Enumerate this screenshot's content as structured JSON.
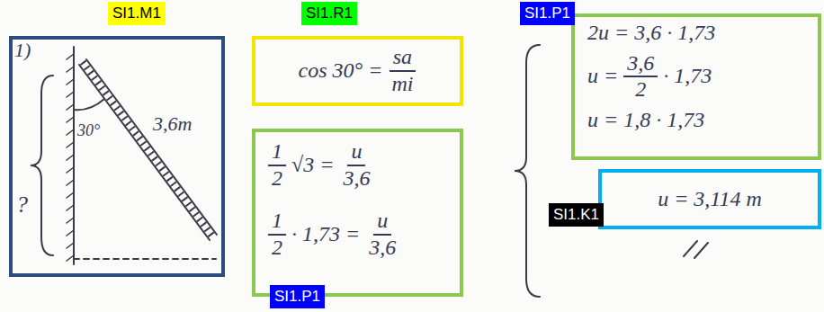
{
  "diagram": {
    "nodes": [
      {
        "text": [
          "SI1.M1",
          "1)",
          "30°",
          "3,6m",
          "?"
        ]
      },
      {
        "text": [
          "SI1.R1",
          "cos 30° =",
          "sa",
          "mi"
        ]
      },
      {
        "text": [
          "SI1.P1",
          "1",
          "2",
          "√3 =",
          "u",
          "3,6",
          "1",
          "2",
          "· 1,73 =",
          "u",
          "3,6"
        ]
      },
      {
        "text": [
          "SI1.P1",
          "2u = 3,6 · 1,73",
          "u =",
          "3,6",
          "2",
          "· 1,73",
          "u = 1,8 · 1,73"
        ]
      },
      {
        "text": [
          "SI1.K1",
          "u = 3,114 m"
        ]
      }
    ]
  }
}
